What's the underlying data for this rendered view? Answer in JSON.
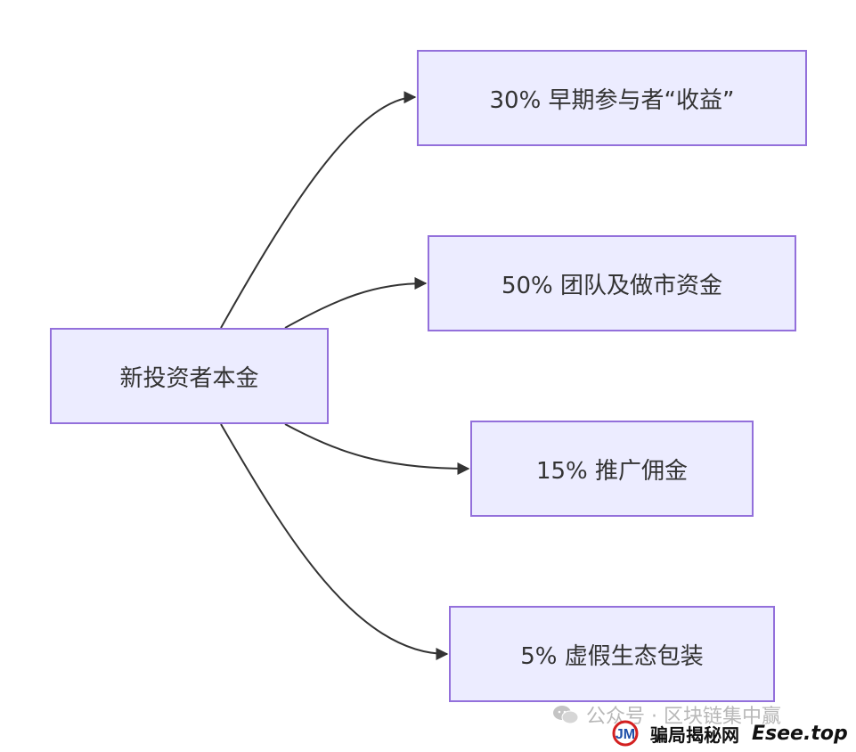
{
  "diagram": {
    "source": "新投资者本金",
    "targets": [
      "30% 早期参与者“收益”",
      "50% 团队及做市资金",
      "15% 推广佣金",
      "5% 虚假生态包装"
    ],
    "colors": {
      "node_fill": "#ECECFF",
      "node_border": "#9370DB",
      "edge": "#333333"
    }
  },
  "watermark": {
    "line1": "公众号 · 区块链集中赢",
    "brand_logo": "JM",
    "brand_text": "骗局揭秘网",
    "site": "Esee.top"
  }
}
